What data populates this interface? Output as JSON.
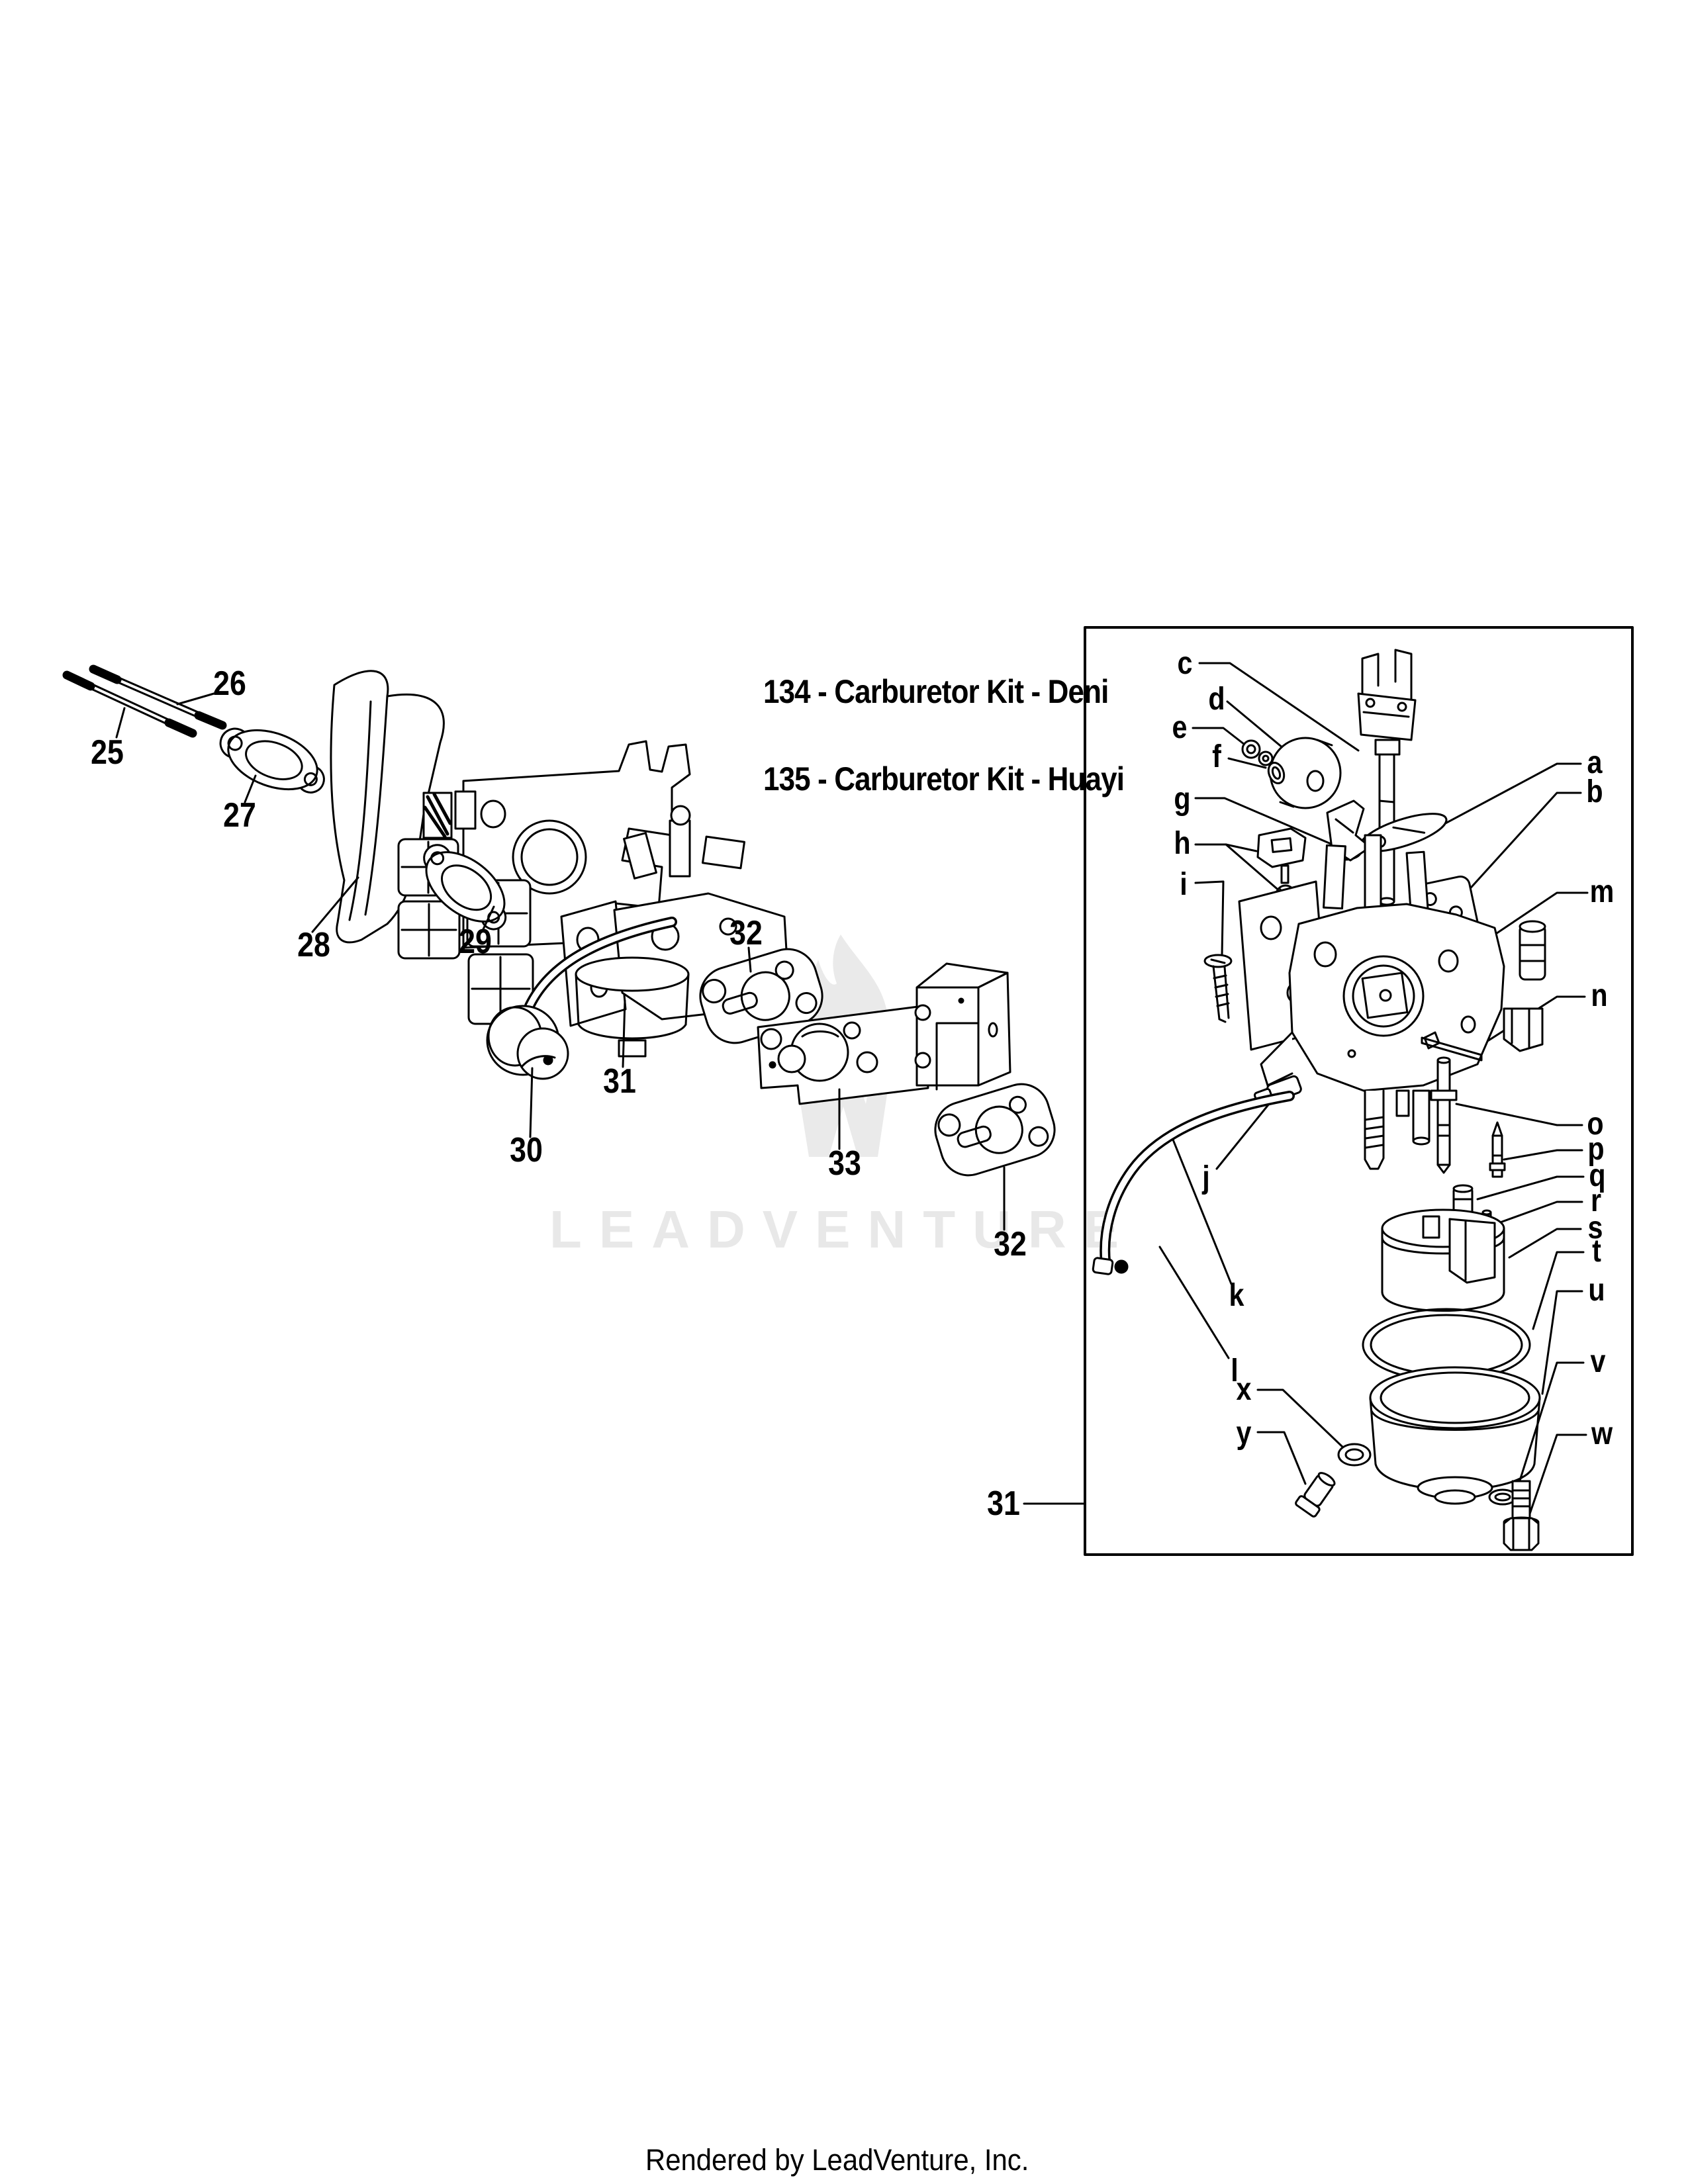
{
  "titles": {
    "deni": "134 - Carburetor Kit - Deni",
    "huayi": "135 - Carburetor Kit - Huayi"
  },
  "page": {
    "watermark": "LEADVENTURE",
    "footer": "Rendered by LeadVenture, Inc."
  },
  "labels": {
    "numbers": {
      "n25": "25",
      "n26": "26",
      "n27": "27",
      "n28": "28",
      "n29": "29",
      "n30": "30",
      "n31": "31",
      "n32a": "32",
      "n33": "33",
      "n32b": "32",
      "n31box": "31"
    },
    "letters": {
      "a": "a",
      "b": "b",
      "c": "c",
      "d": "d",
      "e": "e",
      "f": "f",
      "g": "g",
      "h": "h",
      "i": "i",
      "j": "j",
      "k": "k",
      "l": "l",
      "m": "m",
      "n": "n",
      "o": "o",
      "p": "p",
      "q": "q",
      "r": "r",
      "s": "s",
      "t": "t",
      "u": "u",
      "v": "v",
      "w": "w",
      "x": "x",
      "y": "y"
    }
  },
  "colors": {
    "ink": "#000000",
    "watermark": "#e8e8e8",
    "background": "#ffffff"
  }
}
